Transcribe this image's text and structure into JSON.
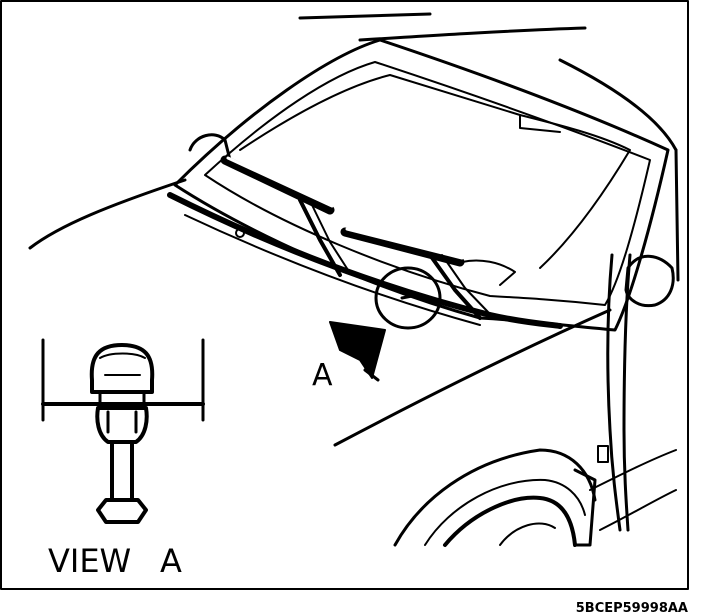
{
  "labels": {
    "callout": "A",
    "view_word": "VIEW",
    "view_letter": "A",
    "figure_code": "5BCEP59998AA"
  },
  "colors": {
    "ink": "#000000",
    "paper": "#ffffff"
  }
}
